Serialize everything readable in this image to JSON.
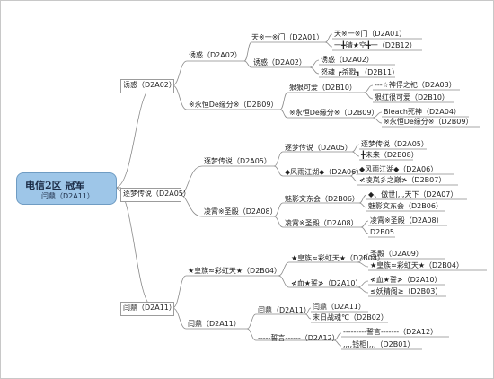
{
  "root": {
    "title": "电信2区  冠军",
    "sub": "闫鼎（D2A11）"
  },
  "branch1": {
    "label": "诱惑（D2A02）"
  },
  "n_youhuo_top": "诱惑（D2A02）",
  "n_tianmen": "天※一※门（D2A01）",
  "leaf_tianmen": "天※一※门（D2A01）",
  "leaf_qingkong": "一╋晴★空╋一（D2B12）",
  "n_youhuo2": "诱惑（D2A02）",
  "leaf_youhuo": "诱惑（D2A02）",
  "leaf_nuhun": "怒魂 ┏杀戮┓（D2B11）",
  "n_yongheng": "※永恒De缘分※（D2B09）",
  "n_hengkeai": "狠狠可爱（D2B10）",
  "leaf_shenfou": "---☆神俘之祀（D2A03）",
  "leaf_hengkeai": "狠红很可爱（D2B10）",
  "n_yongheng2": "※永恒De缘分※（D2B09）",
  "leaf_bleach": "Bleach死神（D2A04）",
  "leaf_yongheng": "※永恒De缘分※（D2B09）",
  "branch2": {
    "label": "逐梦传说（D2A05）"
  },
  "n_zhumeng": "逐梦传说（D2A05）",
  "n_zhumeng2": "逐梦传说（D2A05）",
  "leaf_zhumeng": "逐梦传说（D2A05）",
  "leaf_weilai": "╋未来（D2B08）",
  "n_fengyu": "◆风雨江湖◆（D2A06）",
  "leaf_fengyu": "◆风雨江湖◆（D2A06）",
  "leaf_lingfeng": "≮凌岚彡之巅≯（D2B07）",
  "n_lingxiao": "凌霄※圣殿（D2A08）",
  "n_meiying": "魅影文东会（D2B06）",
  "leaf_aoshi": "◆、傲世|,,,天下（D2A07）",
  "leaf_meiying": "魅影文东会（D2B06）",
  "n_lingxiao2": "凌霄※圣殿（D2A08）",
  "leaf_lingxiao": "凌霄※圣殿（D2A08）",
  "leaf_d2b05": "D2B05",
  "branch3": {
    "label": "闫鼎（D2A11）"
  },
  "n_huangzu": "★皇族≈彩虹天★（D2B04）",
  "n_huangzu2": "★皇族≈彩虹天★（D2B04）",
  "leaf_shengdian": "圣殿（D2A09）",
  "leaf_huangzu": "★皇族≈彩虹天★（D2B04）",
  "n_xueshi": "≮血★誓≯（D2A10）",
  "leaf_xueshi": "≮血★誓≯（D2A10）",
  "leaf_yaojing": "≤妖精阁≥（D2B03）",
  "n_yanding": "闫鼎（D2A11）",
  "n_yanding2": "闫鼎（D2A11）",
  "leaf_yanding": "闫鼎（D2A11）",
  "leaf_mori": "末日战魂℃（D2B02）",
  "n_shiyan": "-----誓言------（D2A12）",
  "leaf_shiyan": "---------誓言-------（D2A12）",
  "leaf_qianbi": ",,,,钱柜|,,,（D2B01）"
}
